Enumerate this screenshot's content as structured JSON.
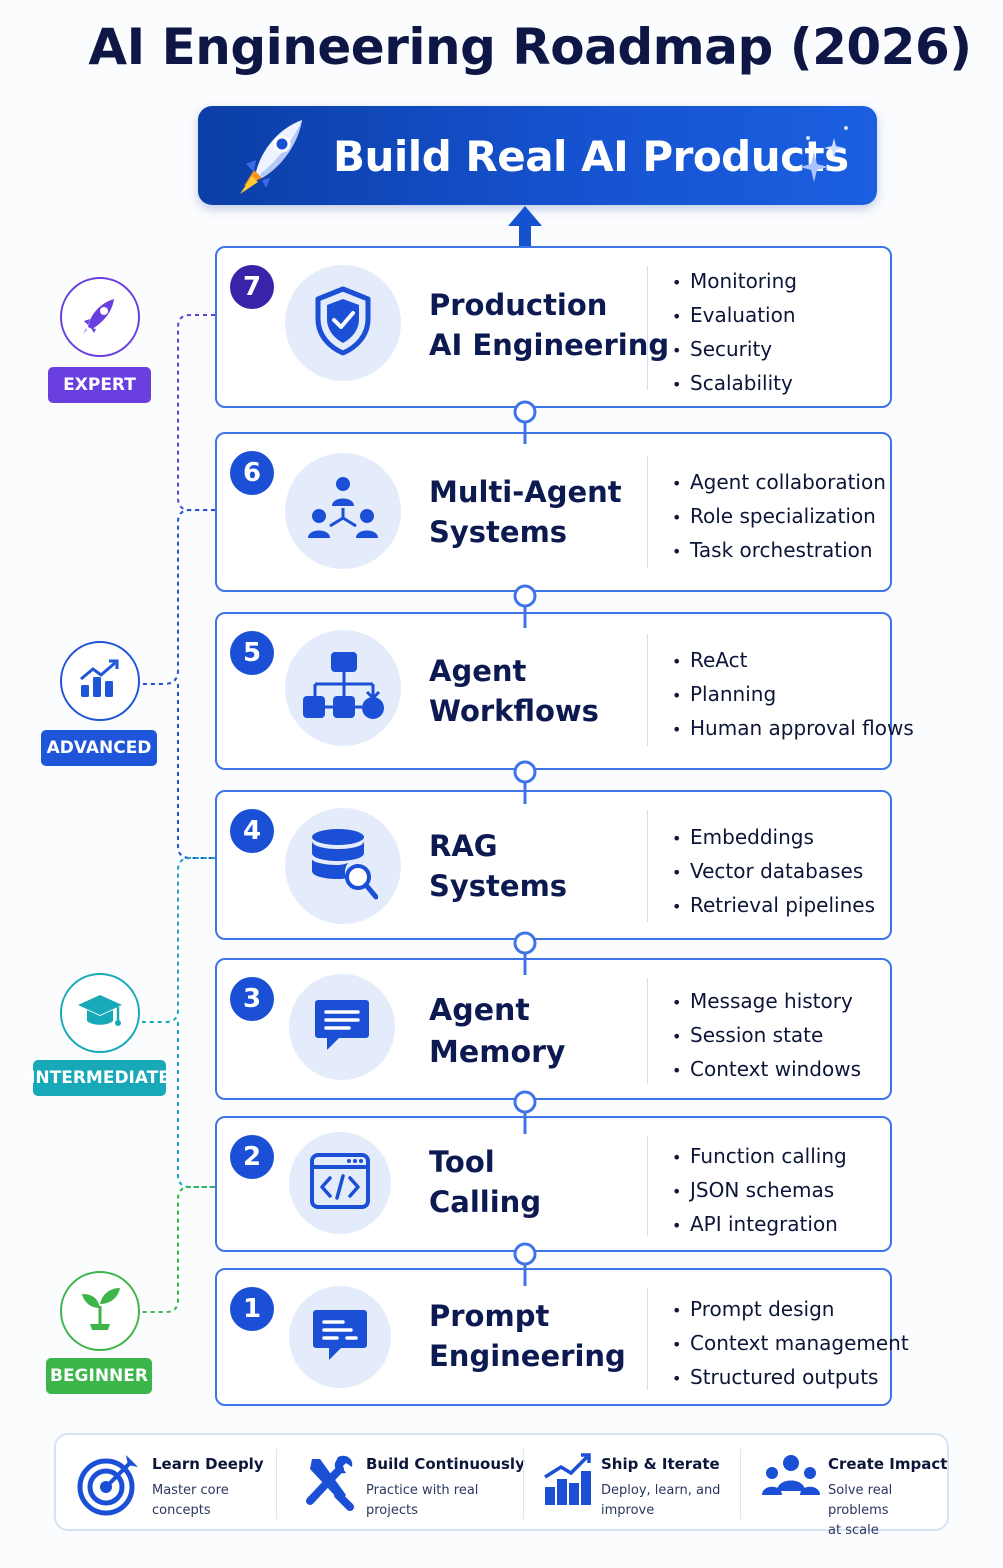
{
  "title": "AI Engineering Roadmap (2026)",
  "banner": {
    "text": "Build Real AI Products",
    "icon": "rocket-icon",
    "accent_icon": "sparkle-icon"
  },
  "colors": {
    "primary": "#1a4fd6",
    "expert": "#6a3fe0",
    "advanced": "#1f55d8",
    "intermediate": "#17a9b8",
    "beginner": "#3cb54a",
    "banner": "#1552cf"
  },
  "levels": [
    {
      "label": "EXPERT",
      "icon": "rocket-icon"
    },
    {
      "label": "ADVANCED",
      "icon": "growth-chart-icon"
    },
    {
      "label": "INTERMEDIATE",
      "icon": "graduation-cap-icon"
    },
    {
      "label": "BEGINNER",
      "icon": "sprout-icon"
    }
  ],
  "steps": [
    {
      "number": "7",
      "title_line1": "Production",
      "title_line2": "AI Engineering",
      "icon": "shield-check-icon",
      "bullets": [
        "Monitoring",
        "Evaluation",
        "Security",
        "Scalability"
      ]
    },
    {
      "number": "6",
      "title_line1": "Multi-Agent",
      "title_line2": "Systems",
      "icon": "agent-network-icon",
      "bullets": [
        "Agent collaboration",
        "Role specialization",
        "Task orchestration"
      ]
    },
    {
      "number": "5",
      "title_line1": "Agent",
      "title_line2": "Workflows",
      "icon": "workflow-icon",
      "bullets": [
        "ReAct",
        "Planning",
        "Human approval flows"
      ]
    },
    {
      "number": "4",
      "title_line1": "RAG",
      "title_line2": "Systems",
      "icon": "database-search-icon",
      "bullets": [
        "Embeddings",
        "Vector databases",
        "Retrieval pipelines"
      ]
    },
    {
      "number": "3",
      "title_line1": "Agent",
      "title_line2": "Memory",
      "icon": "chat-memory-icon",
      "bullets": [
        "Message history",
        "Session state",
        "Context windows"
      ]
    },
    {
      "number": "2",
      "title_line1": "Tool",
      "title_line2": "Calling",
      "icon": "code-window-icon",
      "bullets": [
        "Function calling",
        "JSON schemas",
        "API integration"
      ]
    },
    {
      "number": "1",
      "title_line1": "Prompt",
      "title_line2": "Engineering",
      "icon": "chat-prompt-icon",
      "bullets": [
        "Prompt design",
        "Context management",
        "Structured outputs"
      ]
    }
  ],
  "footer": [
    {
      "title": "Learn Deeply",
      "desc_line1": "Master core",
      "desc_line2": "concepts",
      "icon": "target-icon"
    },
    {
      "title": "Build Continuously",
      "desc_line1": "Practice with real",
      "desc_line2": "projects",
      "icon": "tools-icon"
    },
    {
      "title": "Ship & Iterate",
      "desc_line1": "Deploy, learn, and",
      "desc_line2": "improve",
      "icon": "bar-growth-icon"
    },
    {
      "title": "Create Impact",
      "desc_line1": "Solve real problems",
      "desc_line2": "at scale",
      "icon": "team-icon"
    }
  ]
}
